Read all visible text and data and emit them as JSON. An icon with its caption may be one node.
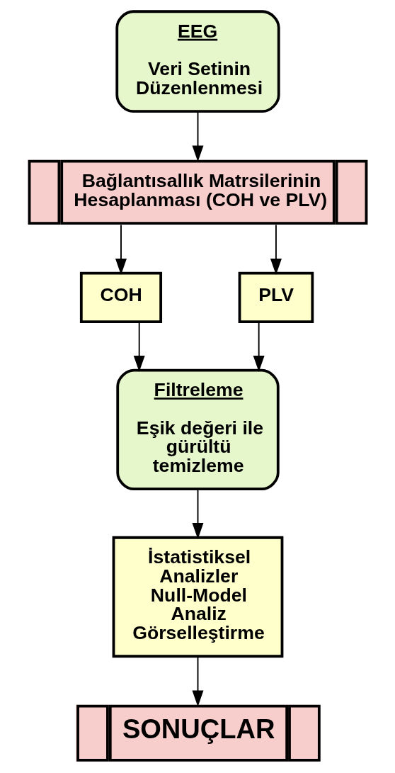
{
  "diagram": {
    "nodes": [
      {
        "text": [
          "EEG",
          "Veri Setinin Düzenlenmesi"
        ]
      },
      {
        "text": [
          "Bağlantısallık Matrsilerinin Hesaplanması (COH ve PLV)"
        ]
      },
      {
        "text": [
          "COH"
        ]
      },
      {
        "text": [
          "PLV"
        ]
      },
      {
        "text": [
          "Filtreleme",
          "Eşik değeri ile gürültü temizleme"
        ]
      },
      {
        "text": [
          "İstatistiksel Analizler Null-Model Analiz Görselleştirme"
        ]
      },
      {
        "text": [
          "SONUÇLAR"
        ]
      }
    ],
    "edges": [
      {
        "from": 0,
        "to": 1,
        "arrow": "to"
      },
      {
        "from": 1,
        "to": 2,
        "arrow": "to"
      },
      {
        "from": 1,
        "to": 3,
        "arrow": "to"
      },
      {
        "from": 2,
        "to": 4,
        "arrow": "to"
      },
      {
        "from": 3,
        "to": 4,
        "arrow": "to"
      },
      {
        "from": 4,
        "to": 5,
        "arrow": "to"
      },
      {
        "from": 5,
        "to": 6,
        "arrow": "to"
      }
    ]
  }
}
